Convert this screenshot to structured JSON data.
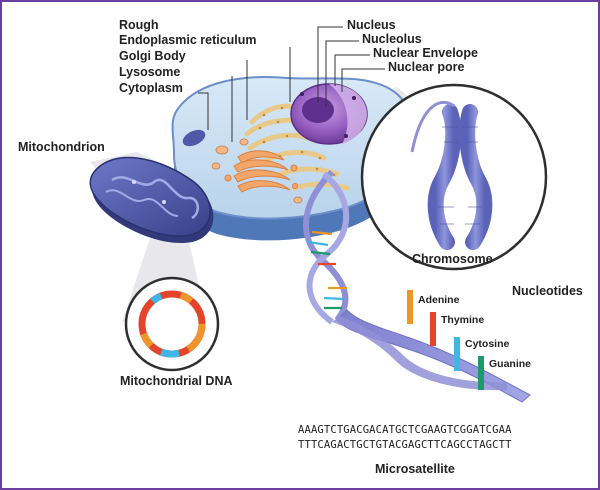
{
  "labels": {
    "rough": "Rough",
    "er": "Endoplasmic reticulum",
    "golgi": "Golgi Body",
    "lysosome": "Lysosome",
    "cytoplasm": "Cytoplasm",
    "nucleus": "Nucleus",
    "nucleolus": "Nucleolus",
    "nuclear_envelope": "Nuclear Envelope",
    "nuclear_pore": "Nuclear pore",
    "mitochondrion": "Mitochondrion",
    "chromosome": "Chromosome",
    "nucleotides": "Nucleotides",
    "adenine": "Adenine",
    "thymine": "Thymine",
    "cytosine": "Cytosine",
    "guanine": "Guanine",
    "mito_dna": "Mitochondrial DNA",
    "microsatellite": "Microsatellite"
  },
  "sequence": {
    "strand1": "AAAGTCTGACGACATGCTCGAAGTCGGATCGAA",
    "strand2": "TTTCAGACTGCTGTACGAGCTTCAGCCTAGCTT"
  },
  "colors": {
    "frame": "#6a3fa0",
    "adenine": "#f0952b",
    "thymine": "#e2452c",
    "cytosine": "#3fb6e3",
    "guanine": "#1e9a6a",
    "membrane": "#6b8fc9",
    "cytoplasm": "#cfe3f4",
    "nucleus": "#8a4fb3",
    "mitochondrion": "#4e5aa8",
    "dna_ribbon": "#8f8fd6"
  }
}
